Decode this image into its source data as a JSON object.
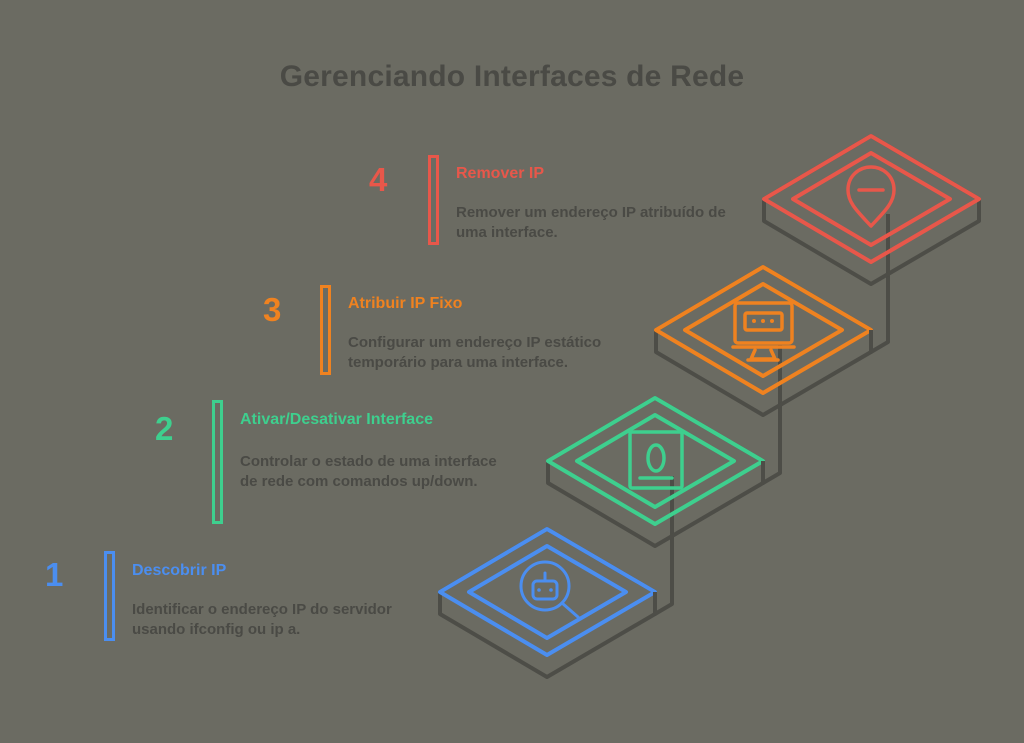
{
  "title": "Gerenciando Interfaces de Rede",
  "colors": {
    "background": "#6b6b62",
    "title": "#4a4a45",
    "body_text": "#4a4a45",
    "edge_dark": "#4d4d47",
    "step1": "#4b8ef0",
    "step2": "#3ecf8e",
    "step3": "#ef8220",
    "step4": "#e8574a"
  },
  "steps": [
    {
      "number": "1",
      "heading": "Descobrir IP",
      "description": "Identificar o endereço IP do servidor usando ifconfig ou ip a.",
      "color": "#4b8ef0",
      "icon": "robot-magnifier-icon"
    },
    {
      "number": "2",
      "heading": "Ativar/Desativar Interface",
      "description": "Controlar o estado de uma interface de rede com comandos up/down.",
      "color": "#3ecf8e",
      "icon": "terminal-prompt-icon"
    },
    {
      "number": "3",
      "heading": "Atribuir IP Fixo",
      "description": "Configurar um endereço IP estático temporário para uma interface.",
      "color": "#ef8220",
      "icon": "monitor-password-icon"
    },
    {
      "number": "4",
      "heading": "Remover IP",
      "description": "Remover um endereço IP atribuído de uma interface.",
      "color": "#e8574a",
      "icon": "map-pin-minus-icon"
    }
  ]
}
